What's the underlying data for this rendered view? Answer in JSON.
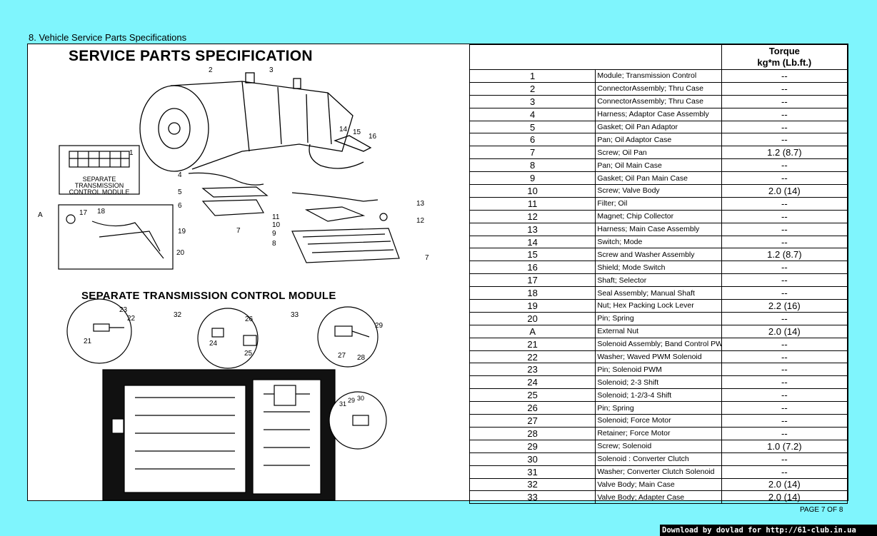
{
  "section_title": "8. Vehicle Service Parts Specifications",
  "diagram": {
    "title": "SERVICE PARTS SPECIFICATION",
    "module_title": "SEPARATE TRANSMISSION CONTROL MODULE",
    "module_box_label": [
      "SEPARATE",
      "TRANSMISSION",
      "CONTROL MODULE"
    ],
    "callouts": [
      "1",
      "2",
      "3",
      "4",
      "5",
      "6",
      "7",
      "8",
      "9",
      "10",
      "11",
      "12",
      "13",
      "14",
      "15",
      "16",
      "17",
      "18",
      "19",
      "20",
      "A",
      "21",
      "22",
      "23",
      "24",
      "25",
      "26",
      "27",
      "28",
      "29",
      "30",
      "31",
      "32",
      "33"
    ]
  },
  "table": {
    "header_torque": "Torque",
    "header_unit": "kg*m (Lb.ft.)",
    "rows": [
      {
        "no": "1",
        "desc": "Module; Transmission Control",
        "torque": "--"
      },
      {
        "no": "2",
        "desc": "ConnectorAssembly; Thru Case",
        "torque": "--"
      },
      {
        "no": "3",
        "desc": "ConnectorAssembly; Thru Case",
        "torque": "--"
      },
      {
        "no": "4",
        "desc": "Harness; Adaptor Case Assembly",
        "torque": "--"
      },
      {
        "no": "5",
        "desc": "Gasket; Oil Pan Adaptor",
        "torque": "--"
      },
      {
        "no": "6",
        "desc": "Pan; Oil Adaptor Case",
        "torque": "--"
      },
      {
        "no": "7",
        "desc": "Screw; Oil Pan",
        "torque": "1.2 (8.7)"
      },
      {
        "no": "8",
        "desc": "Pan; Oil Main Case",
        "torque": "--"
      },
      {
        "no": "9",
        "desc": "Gasket; Oil Pan Main Case",
        "torque": "--"
      },
      {
        "no": "10",
        "desc": "Screw; Valve Body",
        "torque": "2.0 (14)"
      },
      {
        "no": "11",
        "desc": "Filter; Oil",
        "torque": "--"
      },
      {
        "no": "12",
        "desc": "Magnet; Chip Collector",
        "torque": "--"
      },
      {
        "no": "13",
        "desc": "Harness; Main Case Assembly",
        "torque": "--"
      },
      {
        "no": "14",
        "desc": "Switch; Mode",
        "torque": "--"
      },
      {
        "no": "15",
        "desc": "Screw and Washer Assembly",
        "torque": "1.2 (8.7)"
      },
      {
        "no": "16",
        "desc": "Shield; Mode Switch",
        "torque": "--"
      },
      {
        "no": "17",
        "desc": "Shaft; Selector",
        "torque": "--"
      },
      {
        "no": "18",
        "desc": "Seal Assembly; Manual Shaft",
        "torque": "--"
      },
      {
        "no": "19",
        "desc": "Nut; Hex Packing Lock Lever",
        "torque": "2.2 (16)"
      },
      {
        "no": "20",
        "desc": "Pin; Spring",
        "torque": "--"
      },
      {
        "no": "A",
        "desc": "External Nut",
        "torque": "2.0 (14)"
      },
      {
        "no": "21",
        "desc": "Solenoid Assembly; Band Control PWM",
        "torque": "--"
      },
      {
        "no": "22",
        "desc": "Washer; Waved PWM Solenoid",
        "torque": "--"
      },
      {
        "no": "23",
        "desc": "Pin; Solenoid PWM",
        "torque": "--"
      },
      {
        "no": "24",
        "desc": "Solenoid; 2-3 Shift",
        "torque": "--"
      },
      {
        "no": "25",
        "desc": "Solenoid; 1-2/3-4 Shift",
        "torque": "--"
      },
      {
        "no": "26",
        "desc": "Pin; Spring",
        "torque": "--"
      },
      {
        "no": "27",
        "desc": "Solenoid; Force Motor",
        "torque": "--"
      },
      {
        "no": "28",
        "desc": "Retainer; Force Motor",
        "torque": "--"
      },
      {
        "no": "29",
        "desc": "Screw; Solenoid",
        "torque": "1.0 (7.2)"
      },
      {
        "no": "30",
        "desc": "Solenoid : Converter Clutch",
        "torque": "--"
      },
      {
        "no": "31",
        "desc": "Washer; Converter Clutch Solenoid",
        "torque": "--"
      },
      {
        "no": "32",
        "desc": "Valve Body; Main Case",
        "torque": "2.0 (14)"
      },
      {
        "no": "33",
        "desc": "Valve Body; Adapter Case",
        "torque": "2.0 (14)"
      }
    ]
  },
  "page_number": "PAGE 7 OF 8",
  "download_banner": "Download by dovlad for http://61-club.in.ua"
}
